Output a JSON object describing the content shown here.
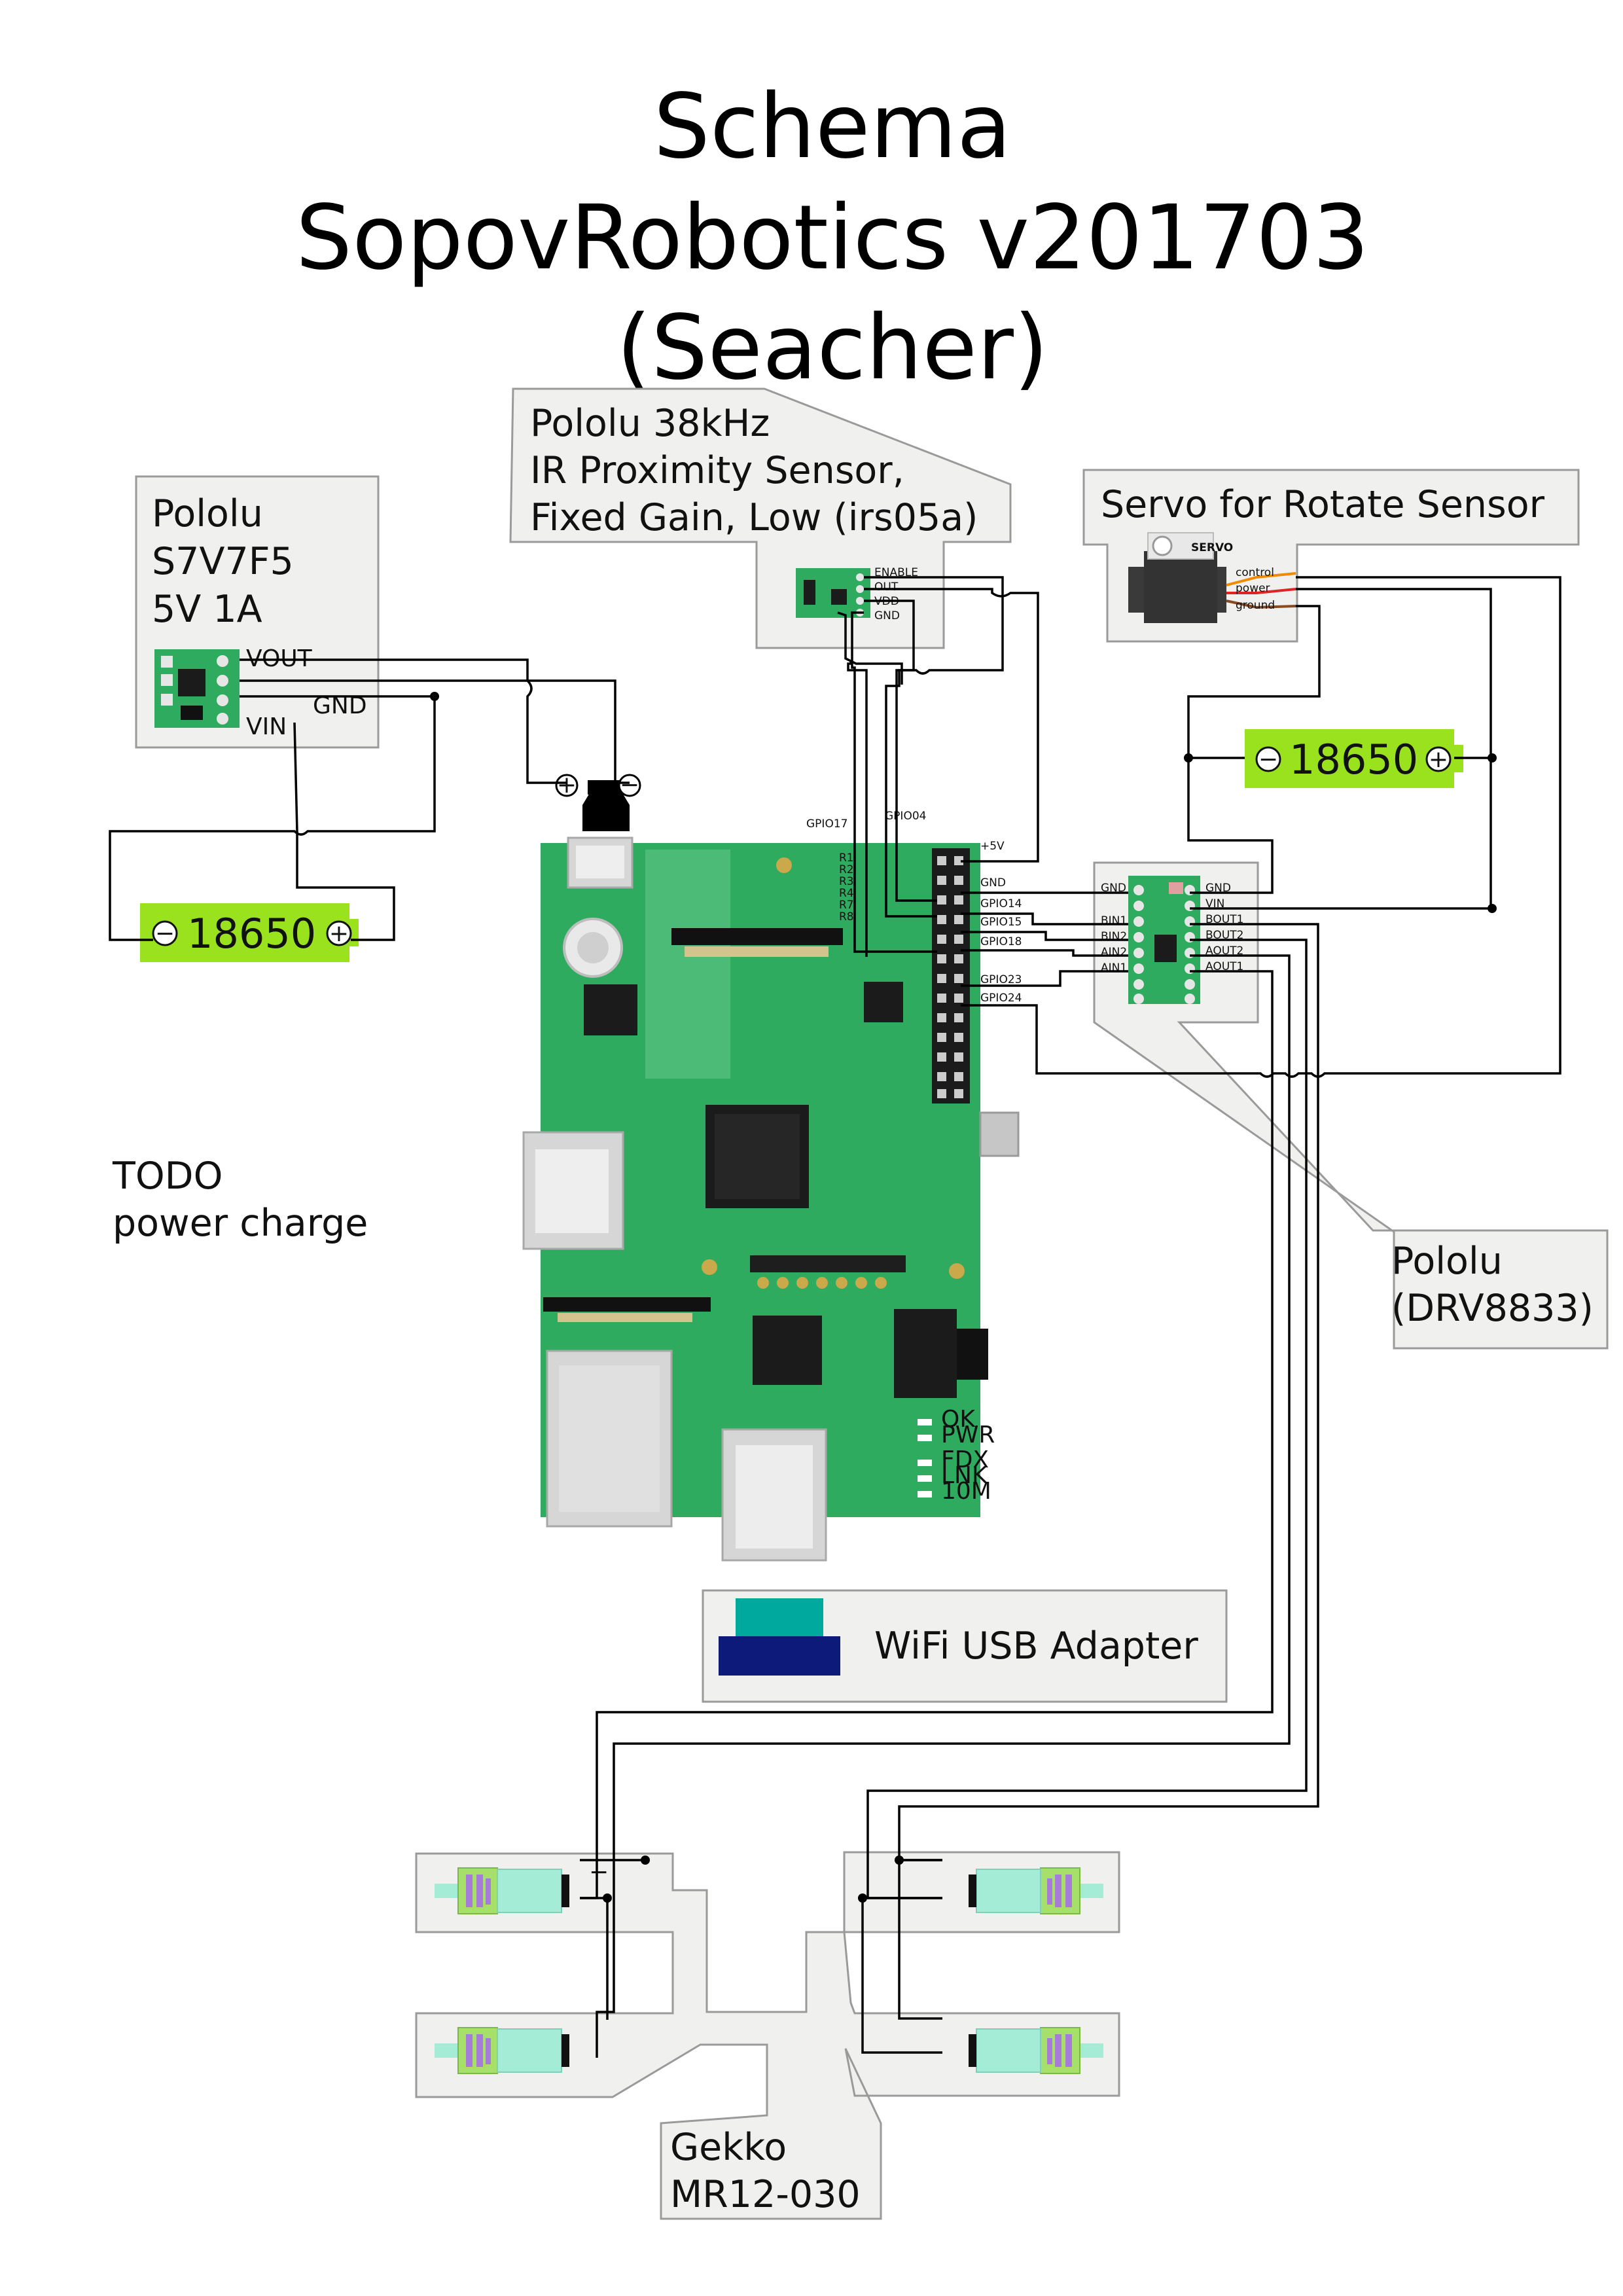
{
  "title": {
    "line1": "Schema",
    "line2": "SopovRobotics v201703",
    "line3": "(Seacher)"
  },
  "components": {
    "regulator": {
      "name_line1": "Pololu",
      "name_line2": "S7V7F5",
      "name_line3": "5V 1A",
      "pin_vout": "VOUT",
      "pin_gnd": "GND",
      "pin_vin": "VIN"
    },
    "ir_sensor": {
      "name_line1": "Pololu 38kHz",
      "name_line2": "IR Proximity Sensor,",
      "name_line3": "Fixed Gain, Low (irs05a)",
      "pin_enable": "ENABLE",
      "pin_out": "OUT",
      "pin_vdd": "VDD",
      "pin_gnd": "GND"
    },
    "servo": {
      "name": "Servo for Rotate Sensor",
      "brand": "SERVO",
      "wire_control": "control",
      "wire_power": "power",
      "wire_ground": "ground"
    },
    "battery_left": {
      "label": "18650",
      "minus": "−",
      "plus": "+"
    },
    "battery_right": {
      "label": "18650",
      "minus": "−",
      "plus": "+"
    },
    "rpi": {
      "gpio17": "GPIO17",
      "gpio04": "GPIO04",
      "plus5v": "+5V",
      "gnd": "GND",
      "gpio14": "GPIO14",
      "gpio15": "GPIO15",
      "gpio18": "GPIO18",
      "gpio23": "GPIO23",
      "gpio24": "GPIO24",
      "resistors": [
        "R1",
        "R2",
        "R3",
        "R4",
        "R7",
        "R8"
      ],
      "leds": [
        "OK",
        "PWR",
        "FDX",
        "LNK",
        "10M"
      ],
      "socket_plus": "+",
      "socket_minus": "−"
    },
    "driver": {
      "name_line1": "Pololu",
      "name_line2": "(DRV8833)",
      "left_gnd": "GND",
      "bin1": "BIN1",
      "bin2": "BIN2",
      "ain2": "AIN2",
      "ain1": "AIN1",
      "right_gnd": "GND",
      "vin": "VIN",
      "bout1": "BOUT1",
      "bout2": "BOUT2",
      "aout2": "AOUT2",
      "aout1": "AOUT1"
    },
    "wifi": {
      "name": "WiFi USB Adapter"
    },
    "motors": {
      "name_line1": "Gekko",
      "name_line2": "MR12-030"
    },
    "todo": {
      "line1": "TODO",
      "line2": "power charge"
    }
  },
  "colors": {
    "pcb": "#2fab60",
    "battery": "#9be21e",
    "callout_fill": "#f0f1ef",
    "callout_stroke": "#9a9a9a",
    "wire": "#000000",
    "usb_teal": "#00a99d",
    "usb_navy": "#0e1a7a",
    "motor_green": "#a6e06b",
    "motor_cyan": "#a5ecd7",
    "motor_purple": "#a77bd8"
  },
  "icons": [
    "battery-icon",
    "servo-icon",
    "motor-icon",
    "usb-adapter-icon",
    "power-socket-icon"
  ]
}
